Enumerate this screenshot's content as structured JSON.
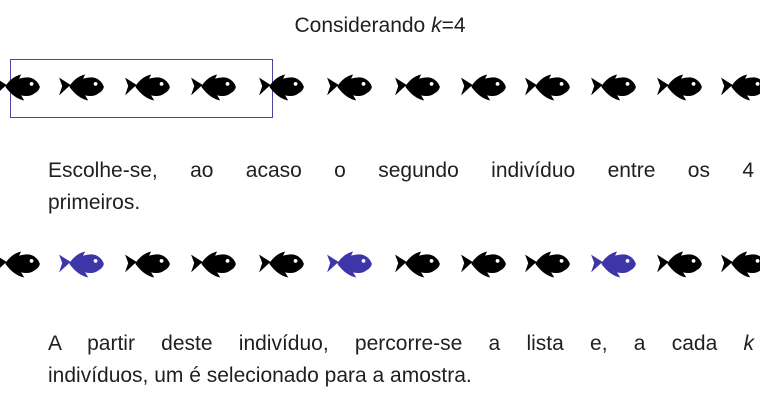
{
  "title": {
    "prefix": "Considerando ",
    "variable": "k",
    "suffix": "=4"
  },
  "row1": {
    "count": 12,
    "highlighted_group_size": 4,
    "fish_color": "#000000"
  },
  "paragraph1": {
    "line1": "Escolhe-se, ao acaso o segundo indivíduo entre os 4",
    "line2": "primeiros."
  },
  "row2": {
    "count": 12,
    "selected_positions": [
      2,
      6,
      10
    ],
    "fish_color": "#000000",
    "selected_color": "#3d35a8"
  },
  "paragraph2": {
    "line1_prefix": "A partir deste indivíduo, percorre-se a lista e, a cada ",
    "line1_variable": "k",
    "line2": "indivíduos, um é selecionado para a amostra."
  },
  "icons": {
    "fish": "fish-icon"
  }
}
